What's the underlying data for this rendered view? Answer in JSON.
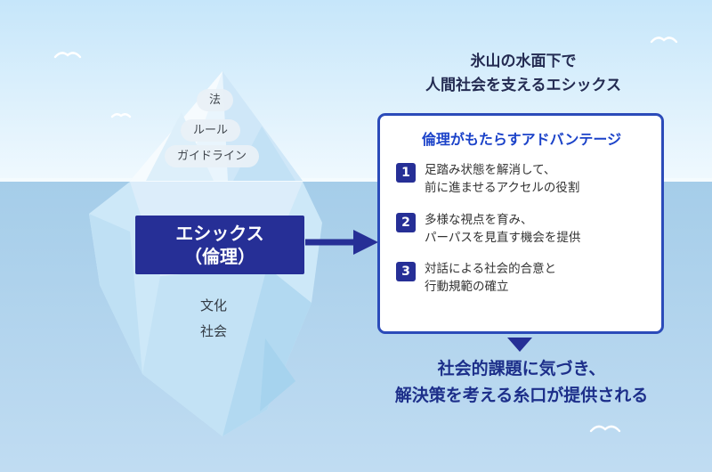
{
  "heading": {
    "line1": "氷山の水面下で",
    "line2": "人間社会を支えるエシックス"
  },
  "iceberg": {
    "above_labels": [
      "法",
      "ルール",
      "ガイドライン"
    ],
    "core_label": {
      "line1": "エシックス",
      "line2": "（倫理）"
    },
    "below_labels": [
      "文化",
      "社会"
    ]
  },
  "panel": {
    "title": "倫理がもたらすアドバンテージ",
    "items": [
      {
        "num": "1",
        "line1": "足踏み状態を解消して、",
        "line2": "前に進ませるアクセルの役割"
      },
      {
        "num": "2",
        "line1": "多様な視点を育み、",
        "line2": "パーパスを見直す機会を提供"
      },
      {
        "num": "3",
        "line1": "対話による社会的合意と",
        "line2": "行動規範の確立"
      }
    ]
  },
  "conclusion": {
    "line1": "社会的課題に気づき、",
    "line2": "解決策を考える糸口が提供される"
  },
  "icons": {
    "bird": "bird-icon",
    "arrow_right": "arrow-right-icon",
    "arrow_down": "arrow-down-icon"
  },
  "colors": {
    "navy_accent": "#262f96",
    "panel_border": "#2b4bb9",
    "panel_title_blue": "#1c43c9",
    "heading_navy": "#242b52",
    "conclusion_navy": "#1d2f8a",
    "sky_top": "#c6e6fa",
    "sea": "#aacfe9",
    "iceberg_light": "#e9f5fd"
  }
}
